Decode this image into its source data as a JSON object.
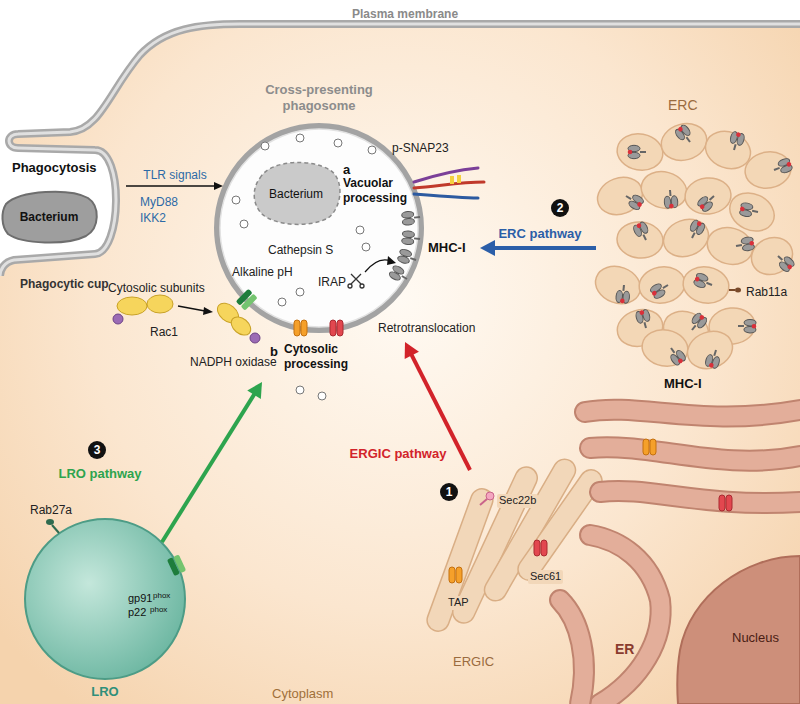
{
  "diagram": {
    "nodes": [
      {
        "text": [
          "Bacterium"
        ]
      },
      {
        "text": [
          "Cross-presenting phagosome"
        ]
      },
      {
        "text": [
          "Bacterium"
        ],
        "in": 1
      },
      {
        "text": [
          "ERC"
        ]
      },
      {
        "text": [
          "LRO"
        ]
      },
      {
        "text": [
          "ERGIC"
        ]
      },
      {
        "text": [
          "ER"
        ]
      },
      {
        "text": [
          "Nucleus"
        ]
      }
    ],
    "edges": [
      {
        "from": 0,
        "to": 1,
        "arrow": "to",
        "label": "TLR signals"
      },
      {
        "from": 3,
        "to": 1,
        "arrow": "to",
        "label": "ERC pathway"
      },
      {
        "from": 5,
        "to": 1,
        "arrow": "to",
        "label": "ERGIC pathway"
      },
      {
        "from": 4,
        "to": 1,
        "arrow": "to",
        "label": "LRO pathway"
      }
    ],
    "labels": [
      "Plasma membrane",
      "Phagocytosis",
      "Phagocytic cup",
      "MyD88",
      "IKK2",
      "Cytosolic subunits",
      "Rac1",
      "Alkaline pH",
      "NADPH oxidase",
      "Cathepsin S",
      "a",
      "Vacuolar processing",
      "p-SNAP23",
      "IRAP",
      "MHC-I",
      "Retrotranslocation",
      "b",
      "Cytosolic processing",
      "2",
      "Rab11a",
      "MHC-I",
      "3",
      "Rab27a",
      "gp91",
      "phox",
      "p22",
      "phox",
      "1",
      "Sec22b",
      "TAP",
      "Sec61",
      "Cytoplasm"
    ]
  }
}
